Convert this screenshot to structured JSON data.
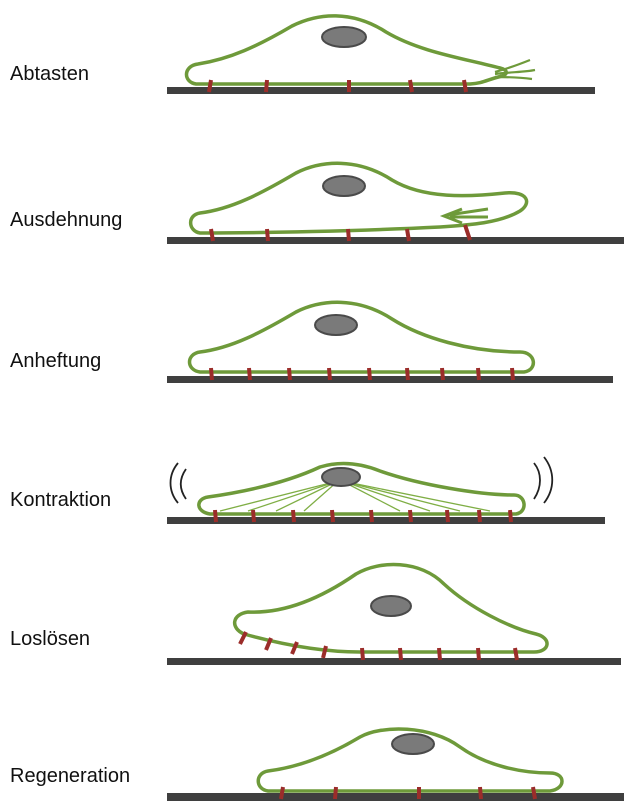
{
  "stages": [
    {
      "label": "Abtasten"
    },
    {
      "label": "Ausdehnung"
    },
    {
      "label": "Anheftung"
    },
    {
      "label": "Kontraktion"
    },
    {
      "label": "Loslösen"
    },
    {
      "label": "Regeneration"
    }
  ],
  "colors": {
    "membrane": "#6e9a3a",
    "substrate": "#3f3f3f",
    "adhesion": "#9b2d2a",
    "nucleus_fill": "#7a7a7a",
    "nucleus_stroke": "#4a4a4a",
    "text": "#111111"
  },
  "icons": {
    "vibration": "curved-motion-lines"
  }
}
